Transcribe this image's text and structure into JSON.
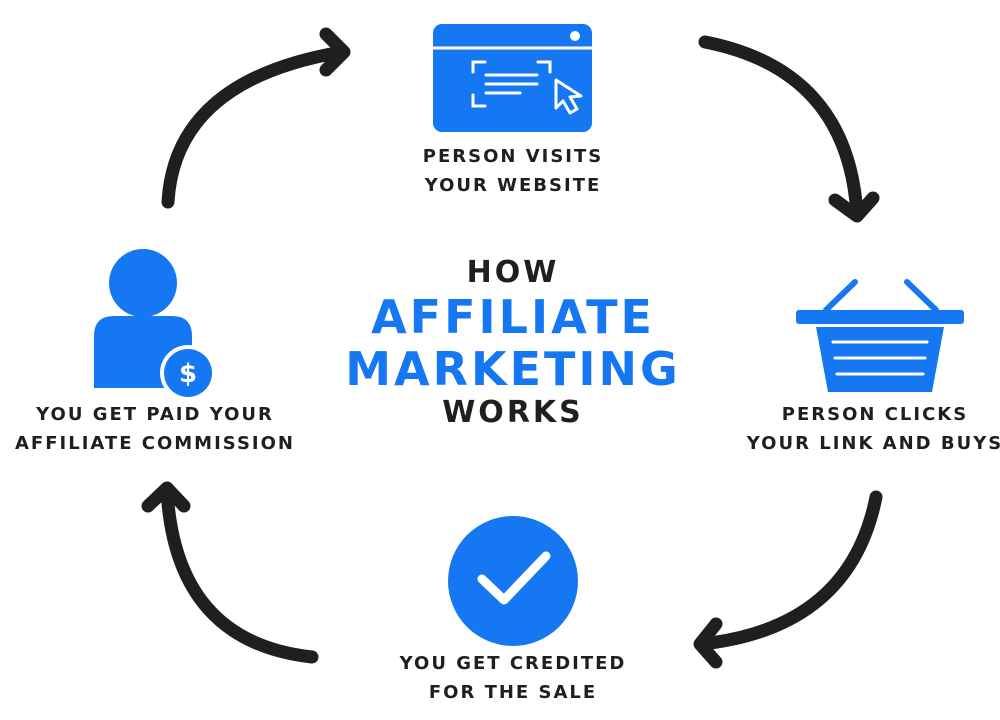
{
  "colors": {
    "accent": "#1677f2",
    "arrow": "#1f1f1f",
    "text": "#1f1f1f",
    "background": "#ffffff"
  },
  "title": {
    "line1": "HOW",
    "line2": "AFFILIATE",
    "line3": "MARKETING",
    "line4": "WORKS"
  },
  "steps": [
    {
      "icon": "browser-click-icon",
      "line1": "PERSON VISITS",
      "line2": "YOUR WEBSITE"
    },
    {
      "icon": "shopping-basket-icon",
      "line1": "PERSON CLICKS",
      "line2": "YOUR LINK AND BUYS"
    },
    {
      "icon": "check-circle-icon",
      "line1": "YOU GET CREDITED",
      "line2": "FOR THE SALE"
    },
    {
      "icon": "person-dollar-icon",
      "line1": "YOU GET PAID YOUR",
      "line2": "AFFILIATE COMMISSION"
    }
  ]
}
